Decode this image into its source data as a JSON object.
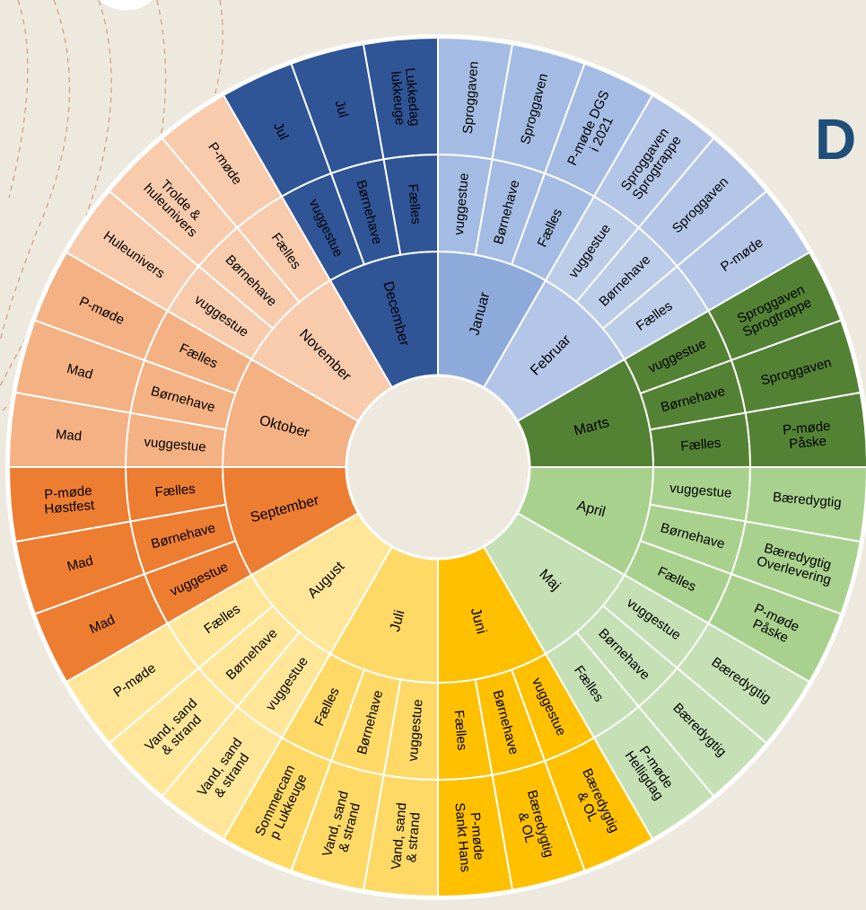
{
  "title": "D",
  "months": [
    {
      "name": "Januar",
      "color_ring1": "#8eaadb",
      "color_ring2": "#a4bce3",
      "color_ring3": "#a4bce3",
      "groups": [
        {
          "g": "vuggestue",
          "v": "Sproggaven"
        },
        {
          "g": "Børnehave",
          "v": "Sproggaven"
        },
        {
          "g": "Fælles",
          "v": "P-møde DGS i 2021"
        }
      ]
    },
    {
      "name": "Februar",
      "color_ring1": "#b4c6e7",
      "color_ring2": "#bccde9",
      "color_ring3": "#b4c6e7",
      "groups": [
        {
          "g": "vuggestue",
          "v": "Sproggaven Sprogtrappe"
        },
        {
          "g": "Børnehave",
          "v": "Sproggaven"
        },
        {
          "g": "Fælles",
          "v": "P-møde"
        }
      ]
    },
    {
      "name": "Marts",
      "color_ring1": "#548235",
      "color_ring2": "#548235",
      "color_ring3": "#548235",
      "groups": [
        {
          "g": "vuggestue",
          "v": "Sproggaven Sprogtrappe"
        },
        {
          "g": "Børnehave",
          "v": "Sproggaven"
        },
        {
          "g": "Fælles",
          "v": "P-møde Påske"
        }
      ]
    },
    {
      "name": "April",
      "color_ring1": "#a9d18e",
      "color_ring2": "#a9d18e",
      "color_ring3": "#a9d18e",
      "groups": [
        {
          "g": "vuggestue",
          "v": "Bæredygtig"
        },
        {
          "g": "Børnehave",
          "v": "Bæredygtig Overlevering"
        },
        {
          "g": "Fælles",
          "v": "P-møde Påske"
        }
      ]
    },
    {
      "name": "Maj",
      "color_ring1": "#c5e0b4",
      "color_ring2": "#c5e0b4",
      "color_ring3": "#c5e0b4",
      "groups": [
        {
          "g": "vuggestue",
          "v": "Bæredygtig"
        },
        {
          "g": "Børnehave",
          "v": "Bæredygtig"
        },
        {
          "g": "Fælles",
          "v": "P-møde Helligdag"
        }
      ]
    },
    {
      "name": "Juni",
      "color_ring1": "#ffc000",
      "color_ring2": "#ffc000",
      "color_ring3": "#ffc000",
      "groups": [
        {
          "g": "vuggestue",
          "v": "Bæredygtig & OL"
        },
        {
          "g": "Børnehave",
          "v": "Bæredygtig & OL"
        },
        {
          "g": "Fælles",
          "v": "P-møde Sankt Hans"
        }
      ]
    },
    {
      "name": "Juli",
      "color_ring1": "#ffd966",
      "color_ring2": "#ffd966",
      "color_ring3": "#ffd966",
      "groups": [
        {
          "g": "vuggestue",
          "v": "Vand, sand & strand"
        },
        {
          "g": "Børnehave",
          "v": "Vand, sand & strand"
        },
        {
          "g": "Fælles",
          "v": "Sommercam p Lukkeuge"
        }
      ]
    },
    {
      "name": "August",
      "color_ring1": "#ffe699",
      "color_ring2": "#ffe699",
      "color_ring3": "#ffe699",
      "groups": [
        {
          "g": "vuggestue",
          "v": "Vand, sand & strand"
        },
        {
          "g": "Børnehave",
          "v": "Vand, sand & strand"
        },
        {
          "g": "Fælles",
          "v": "P-møde"
        }
      ]
    },
    {
      "name": "September",
      "color_ring1": "#ed7d31",
      "color_ring2": "#ed7d31",
      "color_ring3": "#ed7d31",
      "groups": [
        {
          "g": "vuggestue",
          "v": "Mad"
        },
        {
          "g": "Børnehave",
          "v": "Mad"
        },
        {
          "g": "Fælles",
          "v": "P-møde Høstfest"
        }
      ]
    },
    {
      "name": "Oktober",
      "color_ring1": "#f4b183",
      "color_ring2": "#f4b183",
      "color_ring3": "#f4b183",
      "groups": [
        {
          "g": "vuggestue",
          "v": "Mad"
        },
        {
          "g": "Børnehave",
          "v": "Mad"
        },
        {
          "g": "Fælles",
          "v": "P-møde"
        }
      ]
    },
    {
      "name": "November",
      "color_ring1": "#f8cbad",
      "color_ring2": "#f8cbad",
      "color_ring3": "#f8cbad",
      "groups": [
        {
          "g": "vuggestue",
          "v": "Huleunivers"
        },
        {
          "g": "Børnehave",
          "v": "Trolde & huleunivers"
        },
        {
          "g": "Fælles",
          "v": "P-møde"
        }
      ]
    },
    {
      "name": "December",
      "color_ring1": "#2f5597",
      "color_ring2": "#2f5597",
      "color_ring3": "#2f5597",
      "groups": [
        {
          "g": "vuggestue",
          "v": "Jul"
        },
        {
          "g": "Børnehave",
          "v": "Jul"
        },
        {
          "g": "Fælles",
          "v": "Lukkedag lukkeuge"
        }
      ]
    }
  ]
}
